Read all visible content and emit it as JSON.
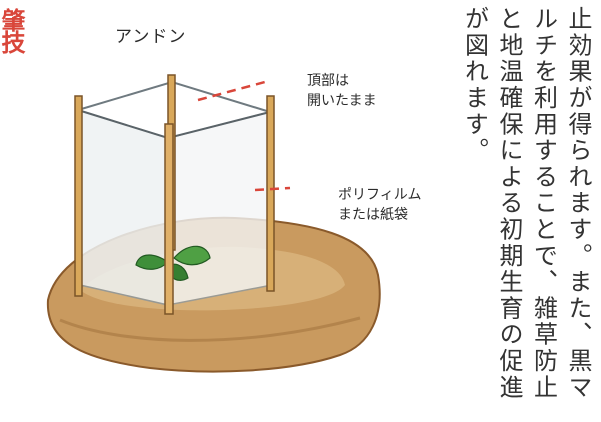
{
  "left_edge_fragment": "肇技",
  "colors": {
    "accent_red": "#d9463a",
    "text": "#2b2b2b",
    "stake_wood": "#d9a85a",
    "soil": "#c99a5f",
    "leaf_green": "#3f8f3a"
  },
  "figure": {
    "title": "アンドン",
    "callout_top": "頂部は\n開いたまま",
    "callout_side": "ポリフィルム\nまたは紙袋"
  },
  "body_text": {
    "lines": [
      "止効果が得られます。また、黒マ",
      "ルチを利用することで、雑草防止",
      "と地温確保による初期生育の促進",
      "が図れます。"
    ]
  }
}
